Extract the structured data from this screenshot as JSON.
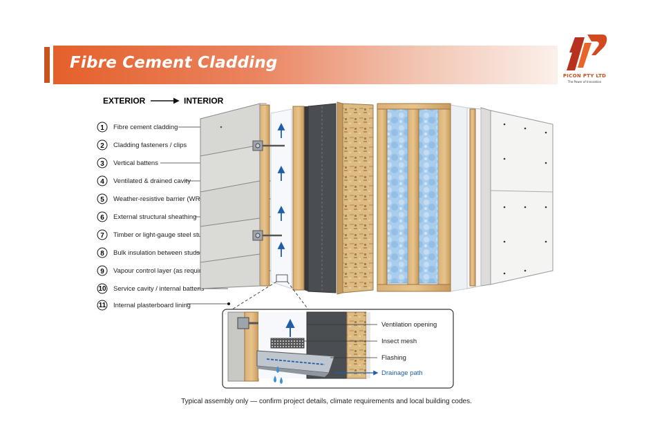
{
  "header": {
    "title": "Fibre Cement Cladding"
  },
  "logo": {
    "name": "PICON PTY LTD",
    "tagline": "The Power of Innovation"
  },
  "direction": {
    "exterior": "EXTERIOR",
    "interior": "INTERIOR"
  },
  "layers": [
    {
      "num": "1",
      "label": "Fibre cement cladding"
    },
    {
      "num": "2",
      "label": "Cladding fasteners / clips"
    },
    {
      "num": "3",
      "label": "Vertical battens"
    },
    {
      "num": "4",
      "label": "Ventilated & drained cavity"
    },
    {
      "num": "5",
      "label": "Weather-resistive barrier (WRB)"
    },
    {
      "num": "6",
      "label": "External structural sheathing"
    },
    {
      "num": "7",
      "label": "Timber or light-gauge steel studs"
    },
    {
      "num": "8",
      "label": "Bulk insulation between studs"
    },
    {
      "num": "9",
      "label": "Vapour control layer (as required)"
    },
    {
      "num": "10",
      "label": "Service cavity / internal battens"
    },
    {
      "num": "11",
      "label": "Internal plasterboard lining"
    }
  ],
  "detail": {
    "ventilation": "Ventilation opening",
    "mesh": "Insect mesh",
    "flashing": "Flashing",
    "drainage": "Drainage path"
  },
  "colors": {
    "brand": "#c9521e",
    "drainage": "#1f5fa8"
  },
  "caption": "Typical assembly only — confirm project details, climate requirements and local building codes."
}
